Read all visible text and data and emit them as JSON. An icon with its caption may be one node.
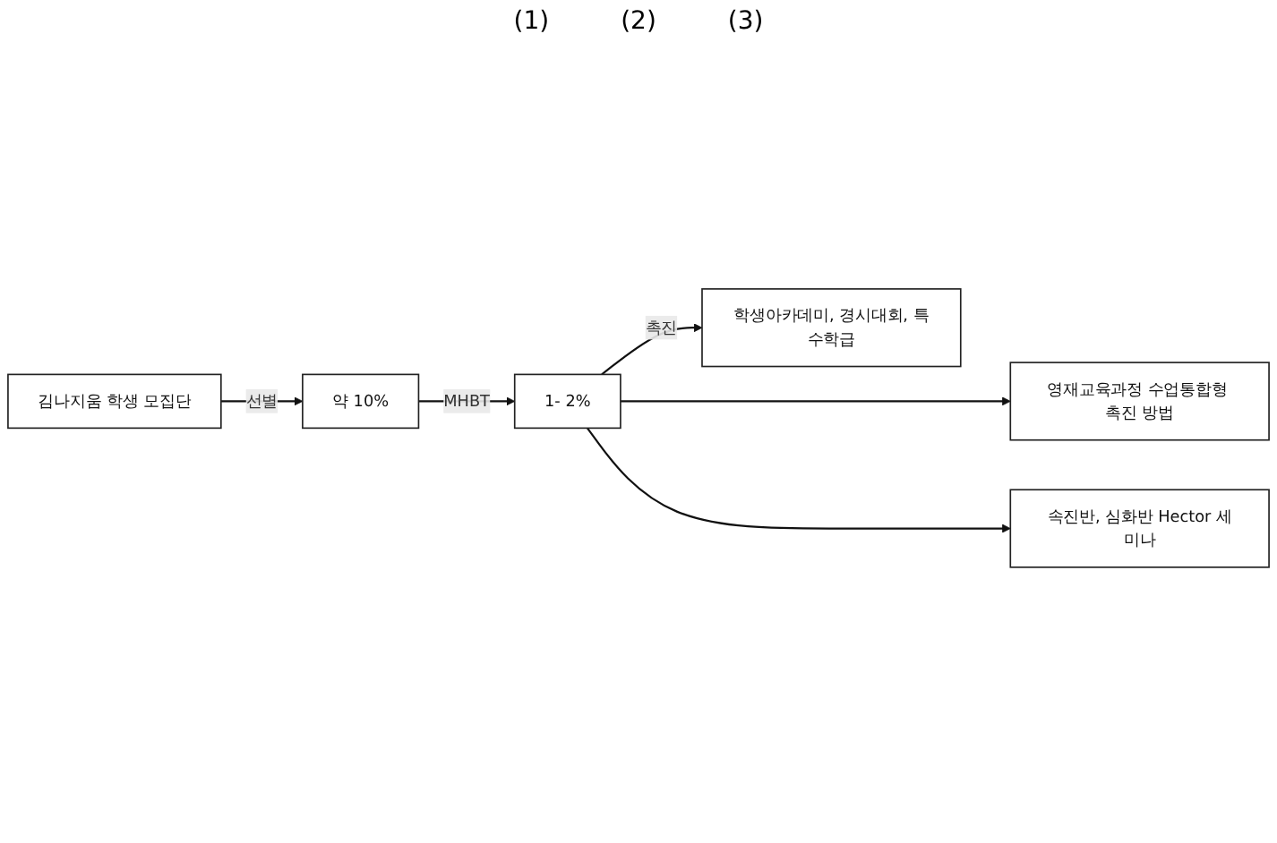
{
  "diagram": {
    "nodes": [
      {
        "text": [
          "김나지움 학생 모집단"
        ]
      },
      {
        "text": [
          "약 10%"
        ]
      },
      {
        "text": [
          "1- 2%"
        ]
      },
      {
        "text": [
          "영재교육과정 수업통합형 촉진 방법"
        ]
      },
      {
        "text": [
          "학생아카데미, 경시대회, 특수학급"
        ]
      },
      {
        "text": [
          "속진반, 심화반 Hector 세미나"
        ]
      }
    ],
    "edges": [
      {
        "from": 0,
        "to": 1,
        "arrow": "to",
        "label": "선별"
      },
      {
        "from": 1,
        "to": 2,
        "arrow": "to",
        "label": "MHBT"
      },
      {
        "from": 2,
        "to": 3,
        "arrow": "to"
      },
      {
        "from": 2,
        "to": 4,
        "arrow": "to",
        "label": "촉진"
      },
      {
        "from": 2,
        "to": 5,
        "arrow": "to"
      }
    ],
    "labels": [
      "(1)",
      "(2)",
      "(3)"
    ]
  }
}
